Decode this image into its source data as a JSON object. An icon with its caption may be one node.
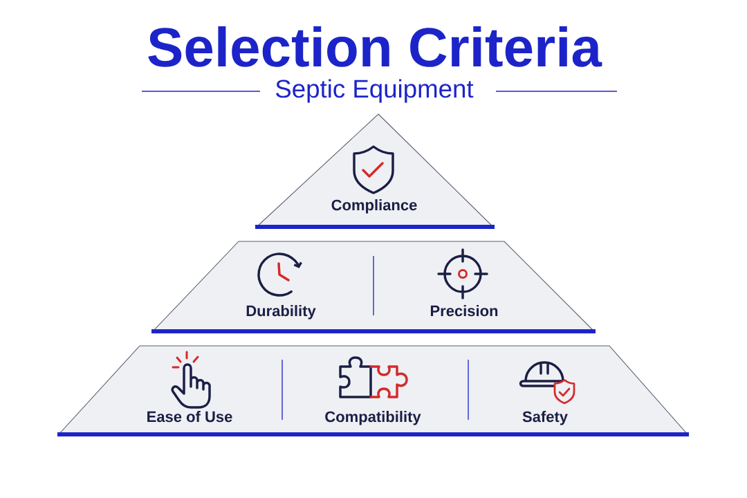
{
  "diagram": {
    "title": "Selection Criteria",
    "nodes": [
      {
        "text": [
          "Compliance"
        ]
      },
      {
        "text": [
          "Durability",
          "Precision"
        ]
      },
      {
        "text": [
          "Ease of Use",
          "Compatibility",
          "Safety"
        ]
      }
    ],
    "labels": [
      "Septic Equipment"
    ]
  }
}
